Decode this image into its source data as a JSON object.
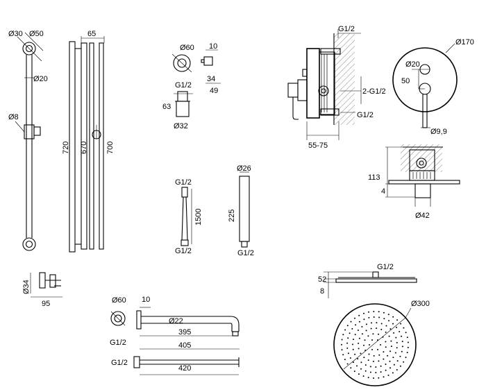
{
  "slide_rail": {
    "d_top_small": "Ø30",
    "d_top_large": "Ø50",
    "d_rail": "Ø20",
    "d_holder": "Ø8"
  },
  "rail_side": {
    "w": "65",
    "h_total": "720",
    "h_mid": "670",
    "h_slot": "700"
  },
  "wall_elbow": {
    "d_flange": "Ø60",
    "d_base": "Ø32",
    "thread": "G1/2",
    "h": "63",
    "w_top": "10",
    "h1": "34",
    "h2": "49"
  },
  "mixer": {
    "thread_top": "G1/2",
    "thread_side": "2-G1/2",
    "thread_bottom": "G1/2",
    "depth_range": "55-75"
  },
  "mixer_plate": {
    "d_plate": "Ø170",
    "d_knob": "Ø20",
    "offset": "50",
    "d_lever": "Ø9,9"
  },
  "mixer_section": {
    "h": "113",
    "plate": "4",
    "d_sleeve": "Ø42"
  },
  "hose": {
    "thread_top": "G1/2",
    "thread_bottom": "G1/2",
    "length": "1500"
  },
  "hand_shower": {
    "d": "Ø26",
    "length": "225",
    "thread": "G1/2"
  },
  "bracket": {
    "h": "Ø34",
    "w": "95"
  },
  "shower_arm": {
    "d_flange": "Ø60",
    "w_flange": "10",
    "d_arm": "Ø22",
    "l1": "395",
    "l2": "405",
    "l3": "420",
    "thread1": "G1/2",
    "thread2": "G1/2"
  },
  "shower_head": {
    "thread": "G1/2",
    "h_conn": "52",
    "thick": "8",
    "d": "Ø300"
  }
}
